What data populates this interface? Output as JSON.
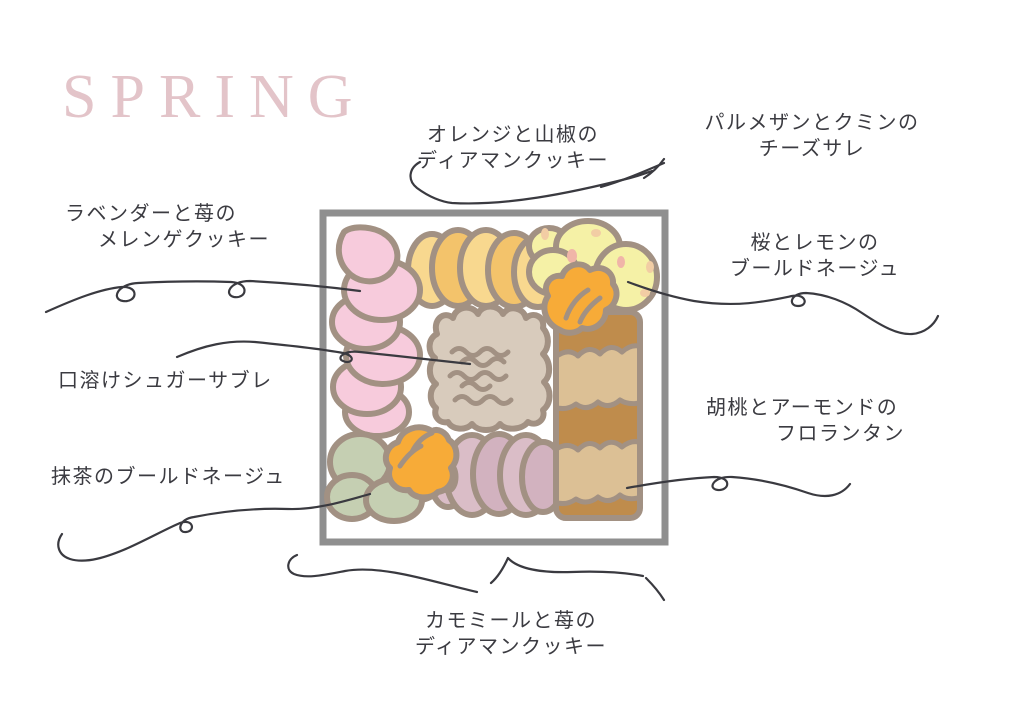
{
  "title": {
    "text": "SPRING"
  },
  "labels": {
    "lavender_strawberry": {
      "line1": "ラベンダーと苺の",
      "line2": "メレンゲクッキー"
    },
    "orange_sansho": {
      "line1": "オレンジと山椒の",
      "line2": "ディアマンクッキー"
    },
    "parmesan_cumin": {
      "line1": "パルメザンとクミンの",
      "line2": "チーズサレ"
    },
    "sakura_lemon": {
      "line1": "桜とレモンの",
      "line2": "ブールドネージュ"
    },
    "sugar_sable": {
      "line1": "口溶けシュガーサブレ"
    },
    "walnut_almond": {
      "line1": "胡桃とアーモンドの",
      "line2": "フロランタン"
    },
    "matcha": {
      "line1": "抹茶のブールドネージュ"
    },
    "chamomile_strawberry": {
      "line1": "カモミールと苺の",
      "line2": "ディアマンクッキー"
    }
  },
  "colors": {
    "title_pink": "#e3c4c9",
    "label_text": "#3b3b41",
    "pointer_line": "#3a3a40",
    "box_border": "#8f8f8f",
    "cookie_outline": "#a29183",
    "meringue_pink": "#f7cbdc",
    "diamant_orange": "#f8d88f",
    "diamant_orange_dark": "#f3c36b",
    "cheese_yellow": "#f5f1a6",
    "cheese_spot": "#f2cda4",
    "flower_orange": "#f7ab38",
    "sable_beige": "#d8cbbc",
    "florentine_brown": "#bf8c4c",
    "florentine_tan": "#dcc095",
    "matcha_green": "#c5cfb2",
    "diamant_mauve": "#dabdc7",
    "diamant_mauve_dark": "#d2b2bf"
  }
}
